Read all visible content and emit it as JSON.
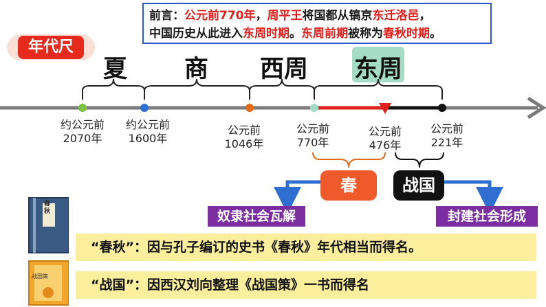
{
  "note": {
    "l1_a": "前言：",
    "l1_b": "公元前770年",
    "l1_c": "，",
    "l1_d": "周平王",
    "l1_e": "将国都从镐京",
    "l1_f": "东迁洛邑",
    "l1_g": "，",
    "l2_a": "中国历史从此进入",
    "l2_b": "东周时期",
    "l2_c": "。",
    "l2_d": "东周前期",
    "l2_e": "被称为",
    "l2_f": "春秋时期",
    "l2_g": "。"
  },
  "ruler_label": "年代尺",
  "dynasties": [
    "夏",
    "商",
    "西周",
    "东周"
  ],
  "points": [
    {
      "line1": "约公元前",
      "line2": "2070年",
      "color": "#7ac143"
    },
    {
      "line1": "约公元前",
      "line2": "1600年",
      "color": "#2f6fd1"
    },
    {
      "line1": "公元前",
      "line2": "1046年",
      "color": "#e06a1a"
    },
    {
      "line1": "公元前",
      "line2": "770年",
      "color": "#a5dcc8"
    },
    {
      "line1": "公元前",
      "line2": "476年",
      "color": "#e0201c"
    },
    {
      "line1": "公元前",
      "line2": "221年",
      "color": "#111111"
    }
  ],
  "periods": {
    "spring_autumn": "春",
    "warring_states": "战国"
  },
  "society": {
    "left": "奴隶社会瓦解",
    "right": "封建社会形成"
  },
  "bands": {
    "chunqiu": "“春秋”：因与孔子编订的史书《春秋》年代相当而得名。",
    "zhanguo": "“战国”：因西汉刘向整理《战国策》一书而得名"
  },
  "books": {
    "chunqiu_cover": "春秋",
    "zhanguo_cover": "战国策"
  },
  "colors": {
    "accent_red": "#e0201c",
    "timeline_gray": "#7a7a7a",
    "purple": "#7b2ea0",
    "blue": "#2f6fd1",
    "band_yellow": "#fbef9d"
  }
}
